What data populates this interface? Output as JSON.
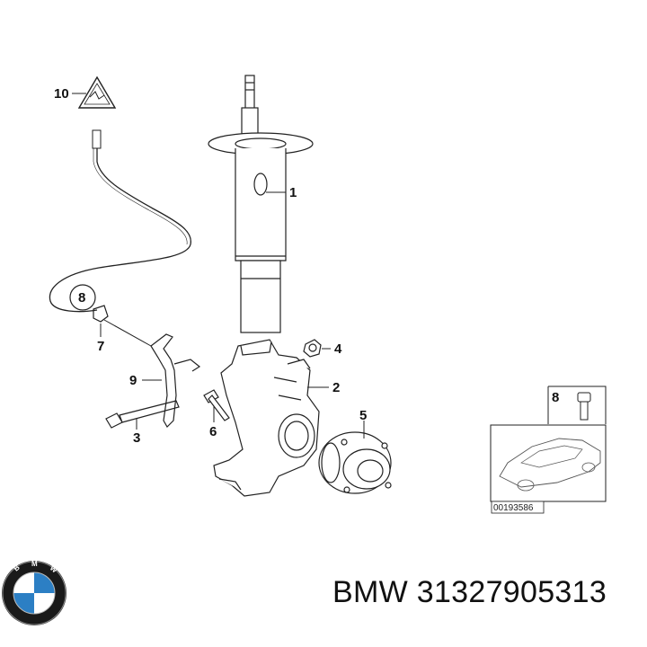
{
  "callouts": {
    "c1": "1",
    "c2": "2",
    "c3": "3",
    "c4": "4",
    "c5": "5",
    "c6": "6",
    "c7": "7",
    "c8": "8",
    "c9": "9",
    "c10": "10",
    "inset_8": "8"
  },
  "inset_ref_code": "00193586",
  "brand_logo_letters": "BMW",
  "caption": "BMW 31327905313",
  "colors": {
    "line": "#222222",
    "logo_blue": "#2c7fc4",
    "logo_ring": "#1a1a1a"
  }
}
